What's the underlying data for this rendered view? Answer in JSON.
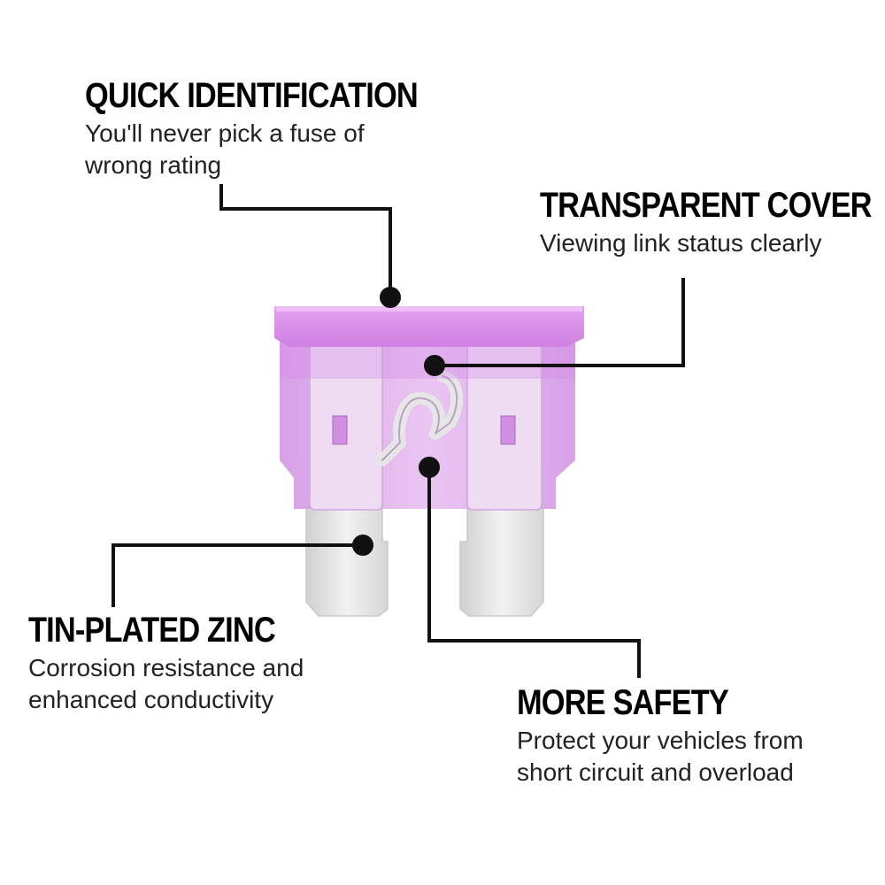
{
  "colors": {
    "housing": "#d98ee8",
    "housing_light": "#ecc6f2",
    "terminal": "#e4e4e4",
    "line": "#111111"
  },
  "callouts": {
    "quick": {
      "title": "QUICK IDENTIFICATION",
      "lines": [
        "You'll never pick a fuse of",
        "wrong rating"
      ]
    },
    "transparent": {
      "title": "TRANSPARENT COVER",
      "lines": [
        "Viewing link status clearly"
      ]
    },
    "tin": {
      "title": "TIN-PLATED ZINC",
      "lines": [
        "Corrosion resistance and",
        "enhanced conductivity"
      ]
    },
    "safety": {
      "title": "MORE SAFETY",
      "lines": [
        "Protect your vehicles from",
        "short circuit and overload"
      ]
    }
  }
}
